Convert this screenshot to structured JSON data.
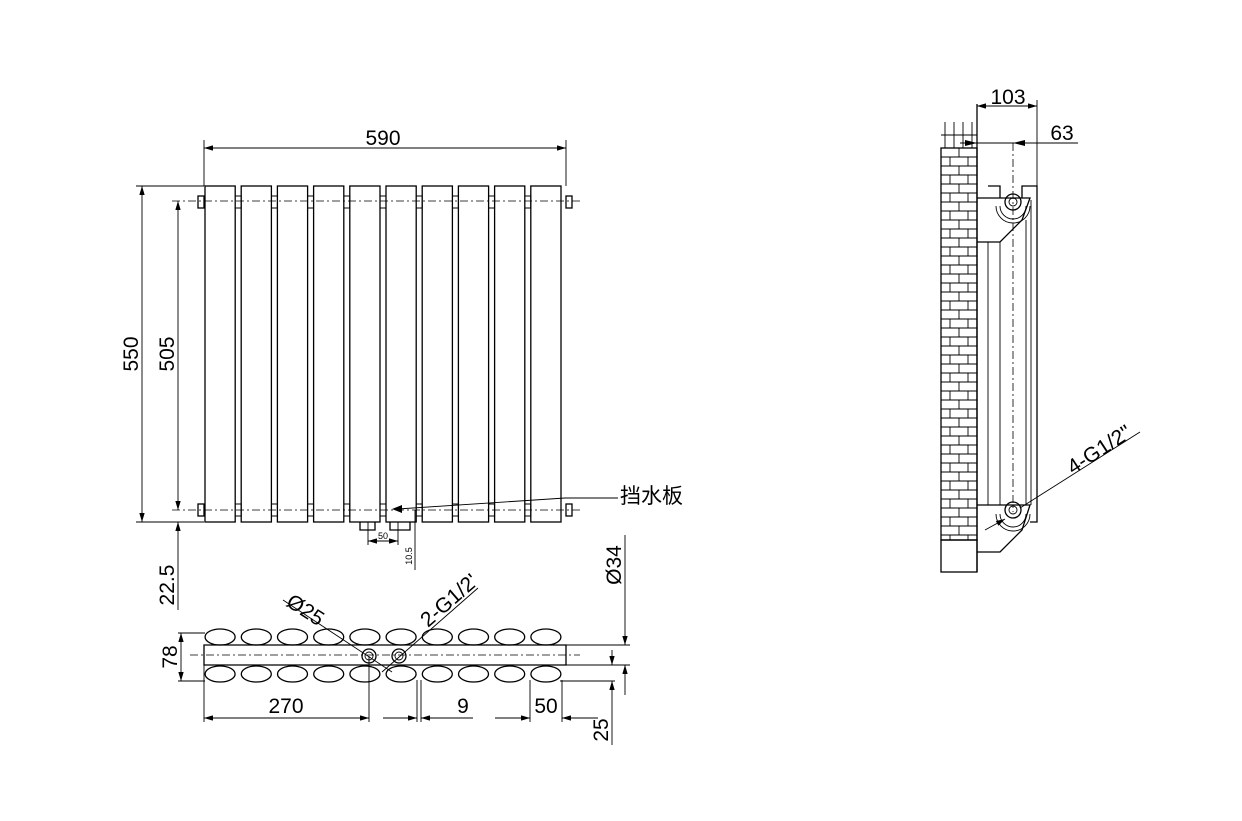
{
  "front_view": {
    "columns": 10,
    "dim_width": "590",
    "dim_height_total": "550",
    "dim_height_centers": "505",
    "dim_bottom_offset": "22.5",
    "dim_pipe_spacing": "50",
    "dim_pipe_length": "10.5",
    "label_baffle": "挡水板"
  },
  "top_view": {
    "dim_depth": "78",
    "dim_inlet_offset": "270",
    "dim_gap": "9",
    "dim_column_pitch": "50",
    "dim_tube_dia": "Ø34",
    "dim_tube_offset": "25",
    "label_pipe_dia": "Ø25",
    "label_connections": "2-G1/2'"
  },
  "side_view": {
    "dim_depth": "103",
    "dim_center_from_wall": "63",
    "label_connections": "4-G1/2\""
  }
}
